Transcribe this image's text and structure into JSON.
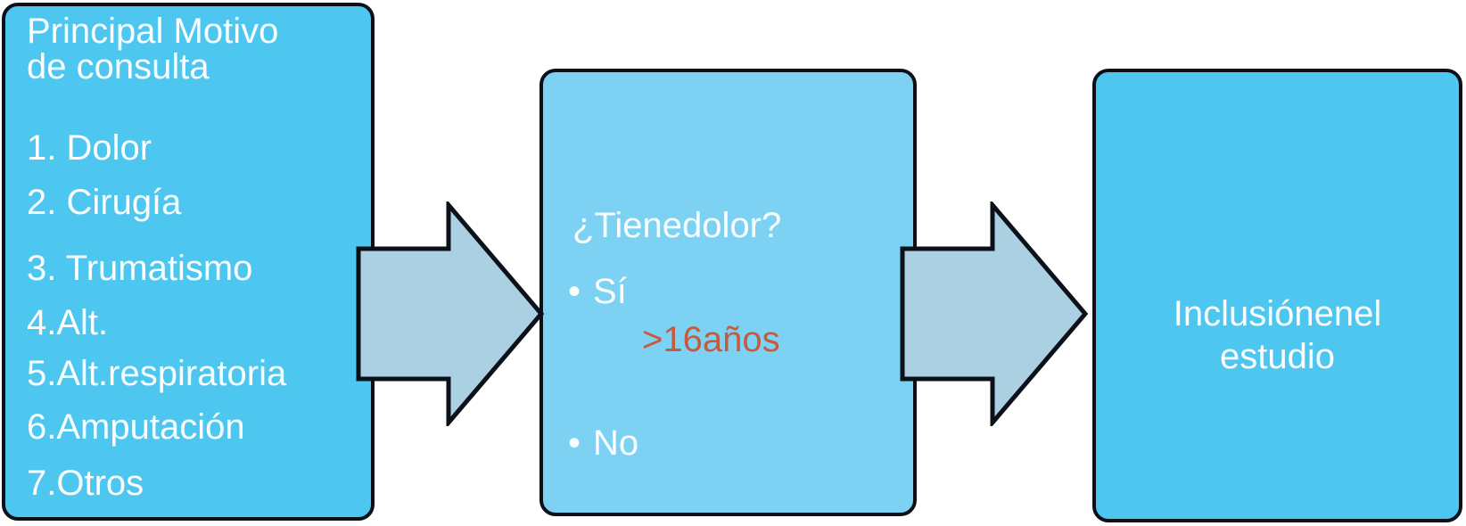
{
  "diagram": {
    "left_box": {
      "title_lines": [
        "Principal Motivo",
        "de consulta"
      ],
      "items": [
        "1. Dolor",
        "2. Cirugía",
        "3. Trumatismo",
        "4.Alt.",
        "5.Alt.respiratoria",
        "6.Amputación",
        "7.Otros"
      ]
    },
    "middle_box": {
      "question": "¿Tienedolor?",
      "option_yes": "Sí",
      "age_condition": ">16años",
      "option_no": "No"
    },
    "right_box": {
      "label_lines": [
        "Inclusiónenel",
        "estudio"
      ]
    },
    "glyphs": {
      "bullet": "•"
    },
    "colors": {
      "box_fill": "#4dc7f0",
      "middle_box_fill": "#7dd2f3",
      "arrow_fill": "#abd0e2",
      "outline": "#0c1018",
      "text": "#fafdfe",
      "accent_red": "#c55a3e"
    }
  }
}
